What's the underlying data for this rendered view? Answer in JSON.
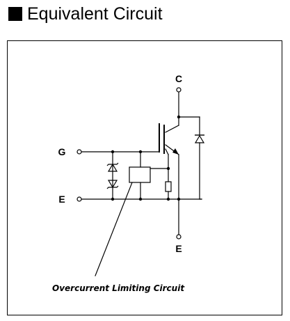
{
  "header": {
    "title": "Equivalent Circuit"
  },
  "diagram": {
    "terminals": {
      "collector": "C",
      "gate": "G",
      "emitter_left": "E",
      "emitter_bottom": "E"
    },
    "annotation": "Overcurrent Limiting Circuit"
  }
}
